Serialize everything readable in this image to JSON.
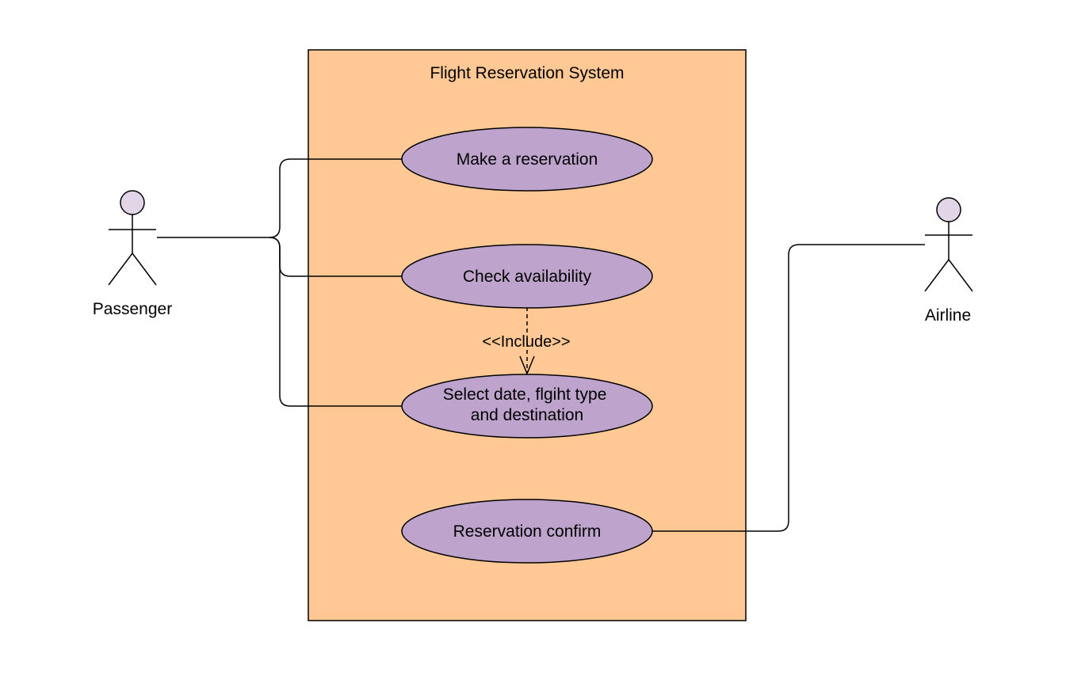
{
  "diagram": {
    "type": "use-case",
    "system": {
      "title": "Flight Reservation System"
    },
    "actors": [
      {
        "id": "passenger",
        "label": "Passenger"
      },
      {
        "id": "airline",
        "label": "Airline"
      }
    ],
    "use_cases": [
      {
        "id": "make-reservation",
        "lines": [
          "Make a reservation"
        ]
      },
      {
        "id": "check-availability",
        "lines": [
          "Check availability"
        ]
      },
      {
        "id": "select-date",
        "lines": [
          "Select date, flgiht type",
          "and destination"
        ]
      },
      {
        "id": "reservation-confirm",
        "lines": [
          "Reservation confirm"
        ]
      }
    ],
    "relations": {
      "include_label": "<<Include>>"
    },
    "colors": {
      "system_fill": "#FFC894",
      "use_case_fill": "#BEA3CC",
      "actor_head_fill": "#E1D5E7",
      "stroke": "#000000"
    }
  }
}
